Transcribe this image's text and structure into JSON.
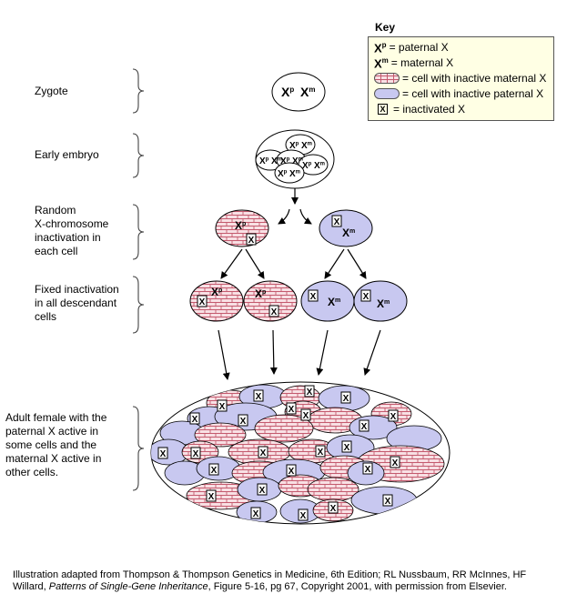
{
  "key": {
    "title": "Key",
    "items": [
      {
        "symbol": "X",
        "sup": "p",
        "text": "= paternal X"
      },
      {
        "symbol": "X",
        "sup": "m",
        "text": "= maternal X"
      },
      {
        "swatch": "pink-brick",
        "text": "= cell with inactive maternal X"
      },
      {
        "swatch": "blue",
        "text": "= cell with inactive paternal X"
      },
      {
        "symbol": "X",
        "boxed": true,
        "text": "= inactivated X"
      }
    ]
  },
  "stages": {
    "zygote": "Zygote",
    "early_embryo": "Early embryo",
    "random_1": "Random",
    "random_2": "X-chromosome",
    "random_3": "inactivation in",
    "random_4": "each cell",
    "fixed_1": "Fixed inactivation",
    "fixed_2": "in all descendant",
    "fixed_3": "cells",
    "adult_1": "Adult female with the",
    "adult_2": "paternal X active in",
    "adult_3": "some cells and the",
    "adult_4": "maternal X active in",
    "adult_5": "other cells."
  },
  "symbols": {
    "paternal": "X",
    "paternal_sup": "p",
    "maternal": "X",
    "maternal_sup": "m"
  },
  "colors": {
    "pink_fill": "#f8e0e4",
    "brick_line": "#c45a6e",
    "blue_fill": "#c8c8f0",
    "key_bg": "#ffffe4"
  },
  "caption": {
    "line_a": "Illustration adapted from Thompson & Thompson Genetics in Medicine, 6th Edition; RL Nussbaum, RR McInnes, HF Willard, ",
    "title": "Patterns of Single-Gene Inheritance",
    "line_b": ", Figure 5-16, pg 67, Copyright 2001, with permission from Elsevier."
  }
}
